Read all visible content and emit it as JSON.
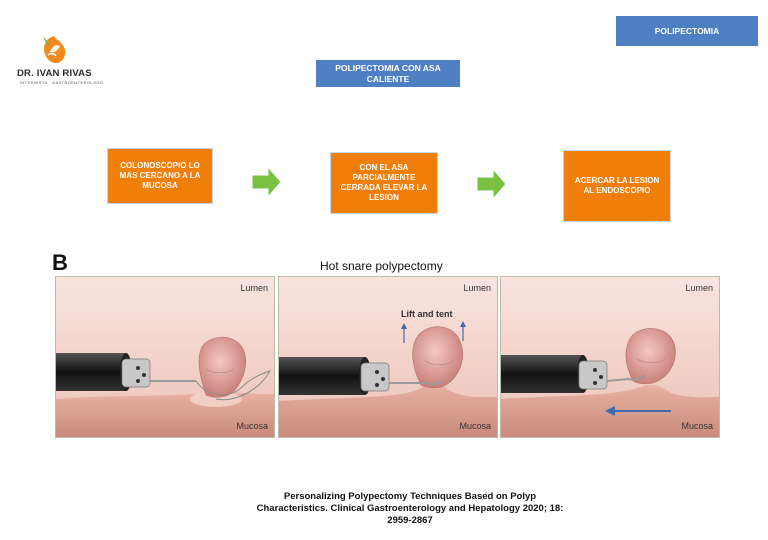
{
  "header": {
    "tag": "POLIPECTOMIA",
    "subtitle": "POLIPECTOMIA CON ASA CALIENTE"
  },
  "logo": {
    "name": "DR. IVAN RIVAS",
    "tagline": "INTERNISTA · GASTROENTEROLOGO"
  },
  "steps": [
    {
      "label": "COLONOSCOPIO LO MAS CERCANO A LA MUCOSA"
    },
    {
      "label": "CON EL ASA PARCIALMENTE CERRADA ELEVAR LA LESION"
    },
    {
      "label": "ACERCAR LA LESION AL ENDOSCOPIO"
    }
  ],
  "figure": {
    "letter": "B",
    "title": "Hot snare polypectomy",
    "panels": [
      {
        "top_label": "Lumen",
        "bottom_label": "Mucosa"
      },
      {
        "top_label": "Lumen",
        "bottom_label": "Mucosa",
        "annotation": "Lift and tent"
      },
      {
        "top_label": "Lumen",
        "bottom_label": "Mucosa"
      }
    ]
  },
  "caption": {
    "line1": "Personalizing Polypectomy Techniques Based on Polyp",
    "line2": "Characteristics. Clinical Gastroenterology and Hepatology 2020; 18:",
    "line3": "2959-2867"
  },
  "colors": {
    "orange": "#f07f0a",
    "blue": "#4f7fc3",
    "green_arrow": "#7ac143"
  }
}
